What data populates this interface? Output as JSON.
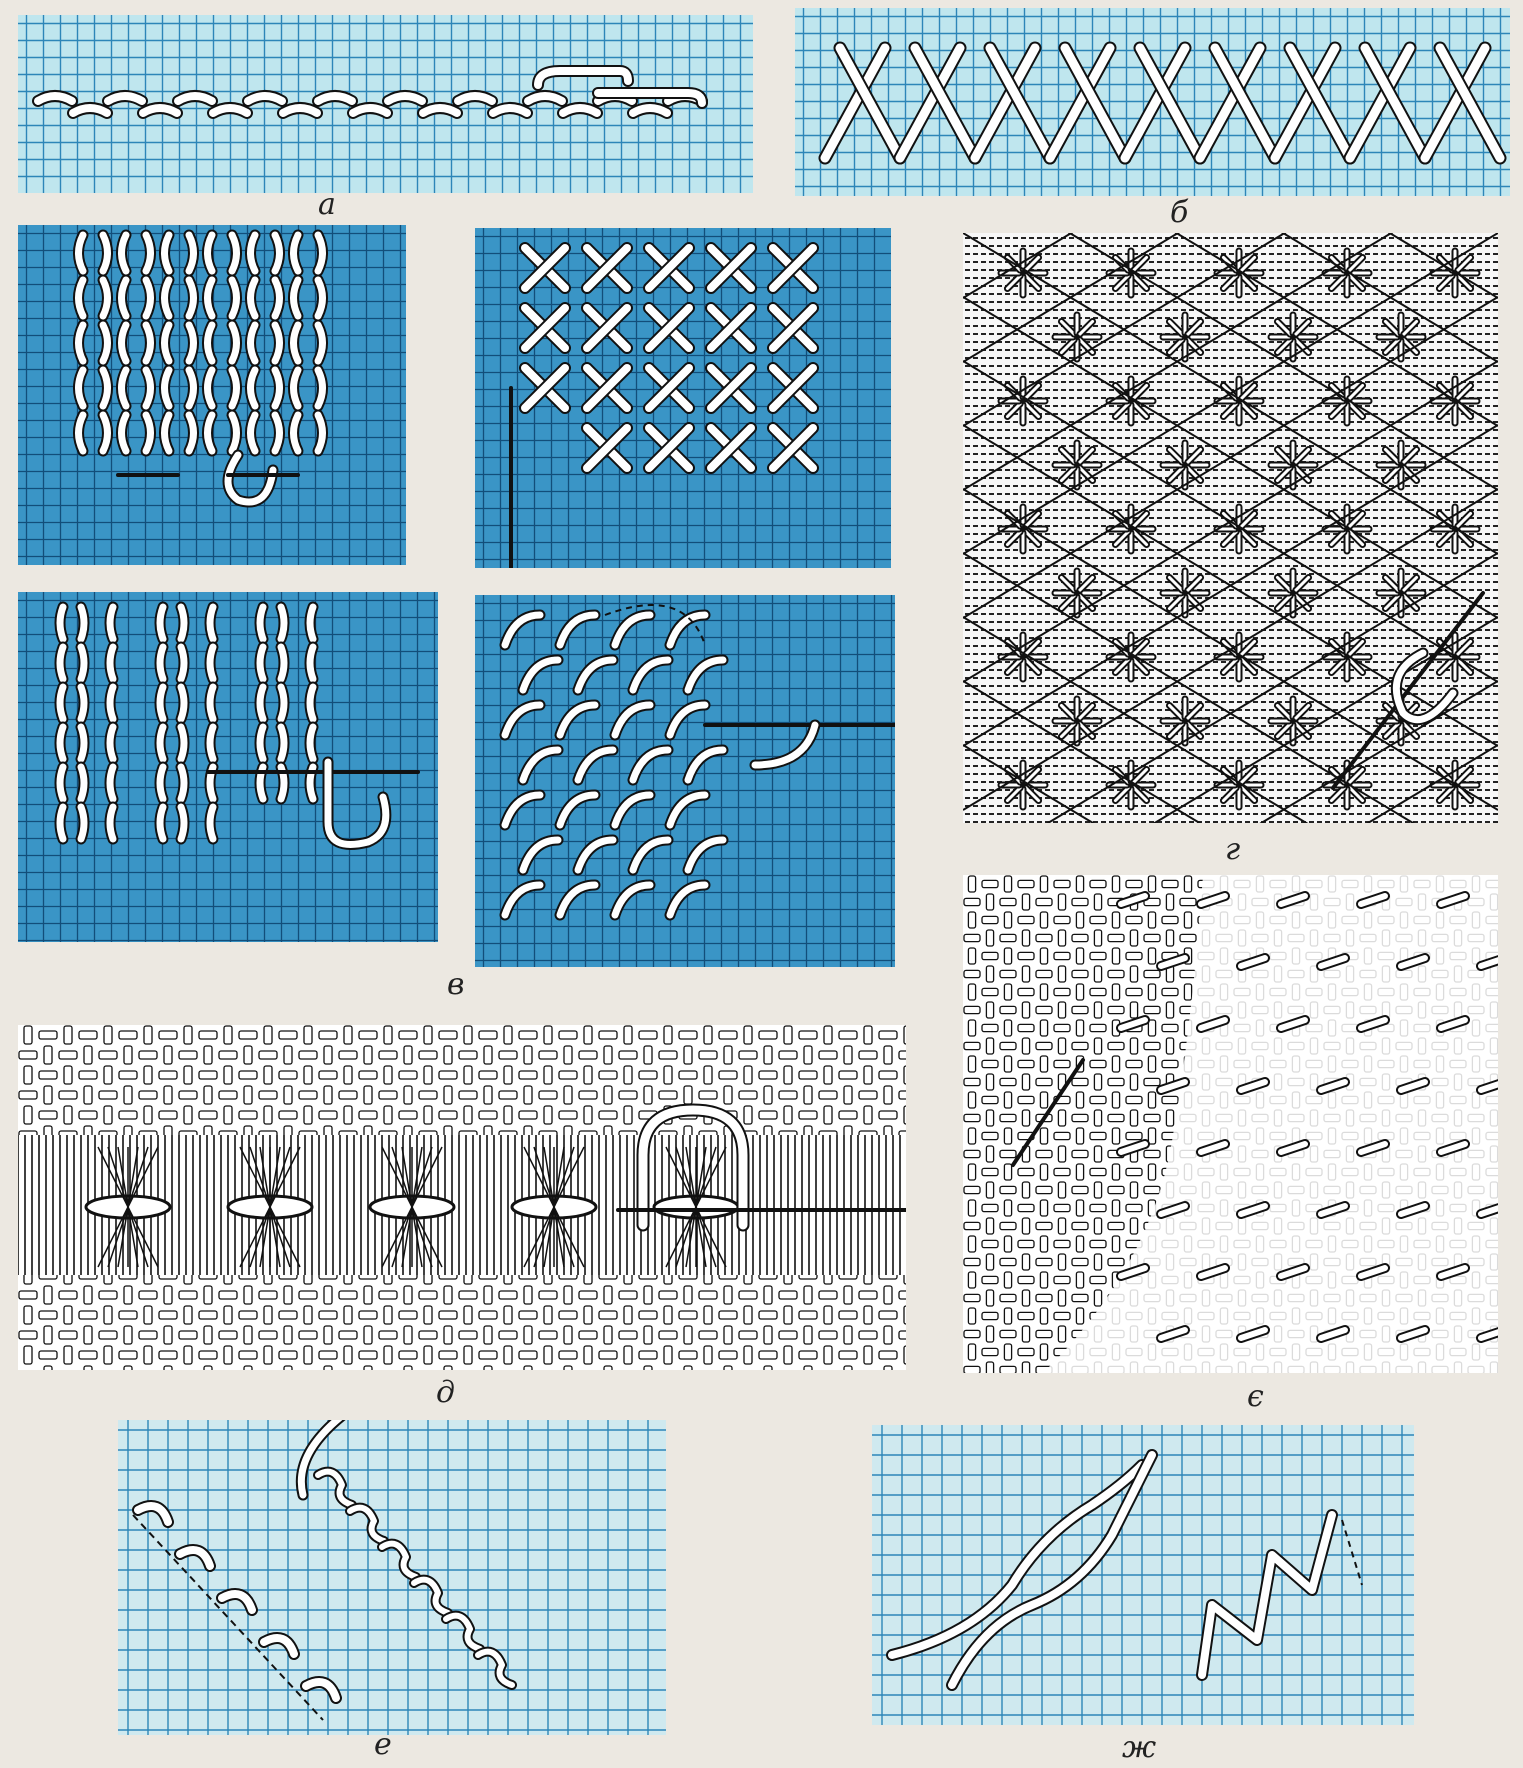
{
  "captions": {
    "a": "а",
    "b": "б",
    "v": "в",
    "g": "г",
    "d": "д",
    "ye": "є",
    "e": "е",
    "zh": "ж"
  },
  "colors": {
    "paper": "#ece8e1",
    "grid_blue": "#2d86b8",
    "grid_light": "#7cc3d6",
    "ink": "#111111",
    "thread_fill": "#ffffff",
    "fabric_white": "#ffffff"
  }
}
